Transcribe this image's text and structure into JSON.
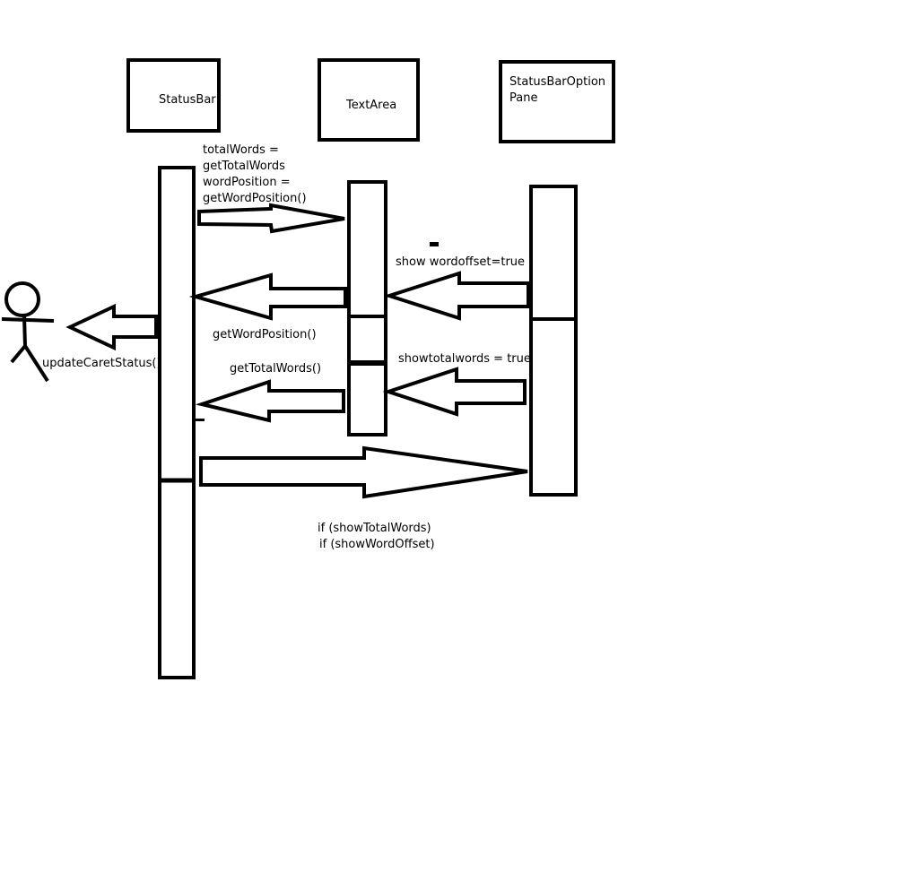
{
  "diagram": {
    "participants": {
      "status_bar": "StatusBar",
      "text_area": "TextArea",
      "option_pane_line1": "StatusBarOption",
      "option_pane_line2": "Pane"
    },
    "messages": {
      "total_words_assign_1": "totalWords =",
      "total_words_assign_2": "getTotalWords",
      "word_position_assign_1": "wordPosition =",
      "word_position_assign_2": "getWordPosition()",
      "show_word_offset": "show wordoffset=true",
      "get_word_position": "getWordPosition()",
      "update_caret_status": "updateCaretStatus()",
      "get_total_words": "getTotalWords()",
      "show_total_words": "showtotalwords = true",
      "if_show_total_words": "if  (showTotalWords)",
      "if_show_word_offset": "if (showWordOffset)"
    },
    "colors": {
      "stroke": "#000000",
      "background": "#ffffff"
    }
  }
}
